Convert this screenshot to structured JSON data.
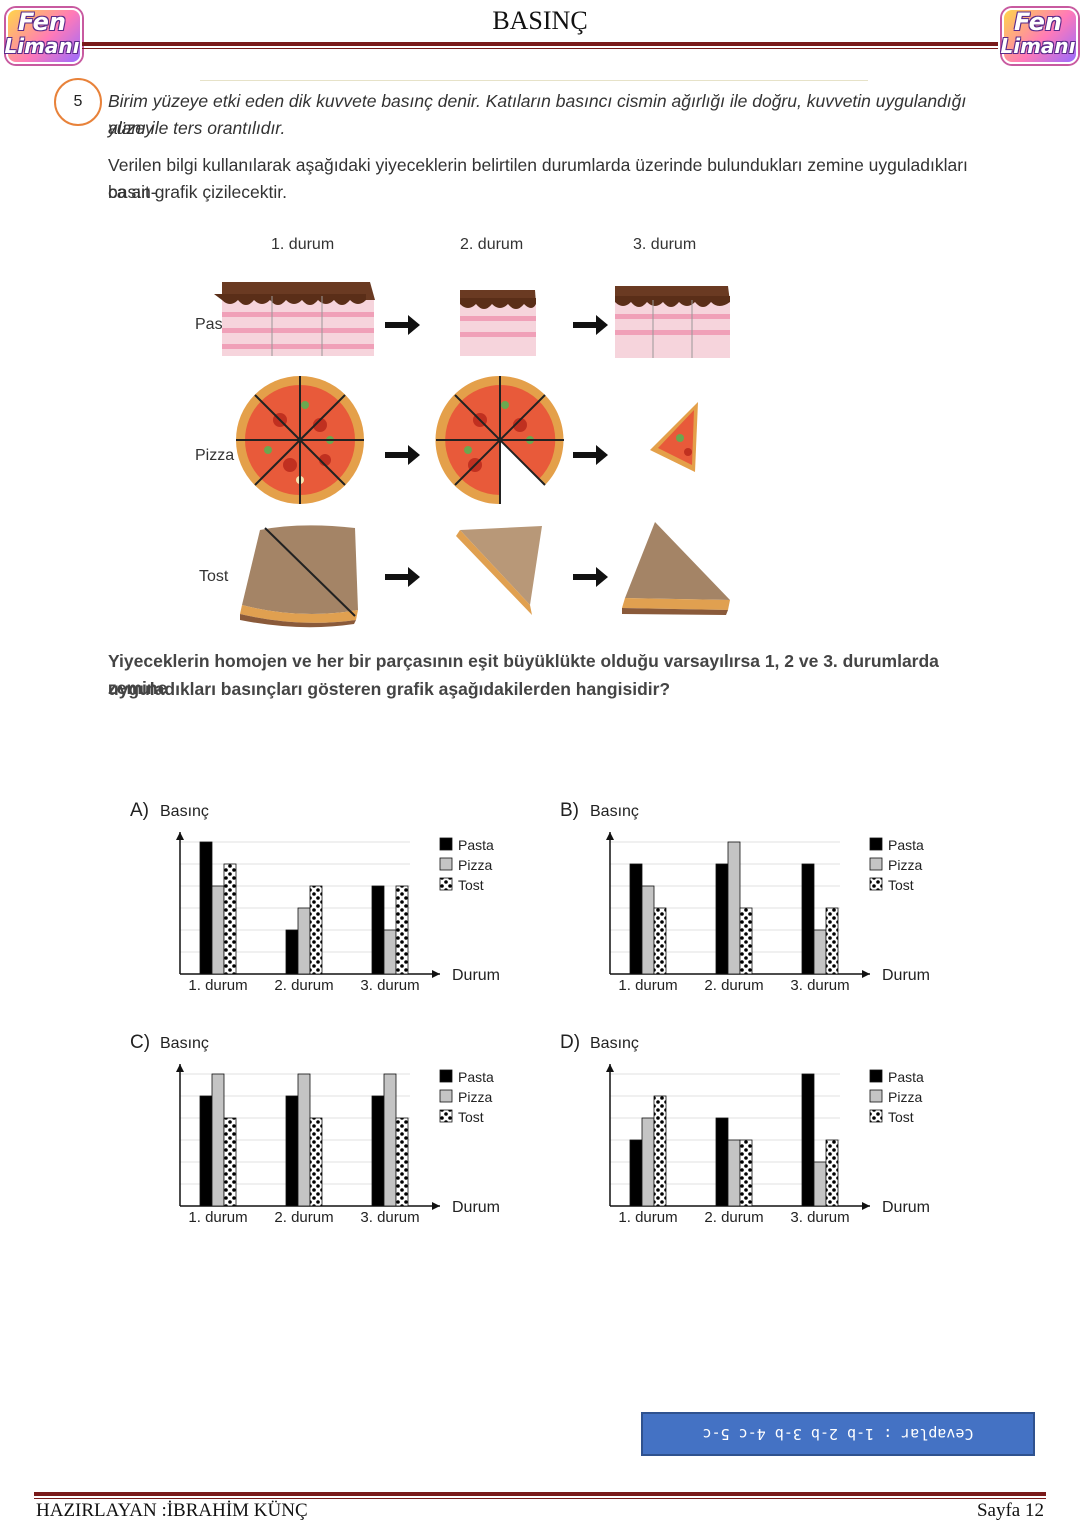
{
  "header": {
    "title": "BASINÇ",
    "logo_line1": "Fen",
    "logo_line2": "Limanı"
  },
  "question": {
    "number": "5",
    "intro_line1": "Birim yüzeye etki eden dik kuvvete basınç denir. Katıların basıncı cismin ağırlığı ile doğru, kuvvetin uygulandığı yüzey",
    "intro_line2": "alanı ile ters orantılıdır.",
    "info_line1": "Verilen bilgi kullanılarak aşağıdaki yiyeceklerin belirtilen durumlarda üzerinde bulundukları zemine uyguladıkları basın-",
    "info_line2": "ca ait grafik çizilecektir.",
    "states": [
      "1. durum",
      "2. durum",
      "3. durum"
    ],
    "foods": [
      "Pasta",
      "Pizza",
      "Tost"
    ],
    "ask_line1": "Yiyeceklerin homojen ve her bir parçasının eşit büyüklükte olduğu varsayılırsa 1, 2 ve 3. durumlarda zemine",
    "ask_line2": "uyguladıkları basınçları gösteren grafik aşağıdakilerden hangisidir?"
  },
  "chart_data": [
    {
      "type": "bar",
      "option": "A)",
      "ylabel": "Basınç",
      "xlabel": "Durum",
      "categories": [
        "1. durum",
        "2. durum",
        "3. durum"
      ],
      "ylim": [
        0,
        6
      ],
      "grid": true,
      "legend": "top-right",
      "series": [
        {
          "name": "Pasta",
          "values": [
            6,
            2,
            4
          ]
        },
        {
          "name": "Pizza",
          "values": [
            4,
            3,
            2
          ]
        },
        {
          "name": "Tost",
          "values": [
            5,
            4,
            4
          ]
        }
      ]
    },
    {
      "type": "bar",
      "option": "B)",
      "ylabel": "Basınç",
      "xlabel": "Durum",
      "categories": [
        "1. durum",
        "2. durum",
        "3. durum"
      ],
      "ylim": [
        0,
        6
      ],
      "grid": true,
      "legend": "top-right",
      "series": [
        {
          "name": "Pasta",
          "values": [
            5,
            5,
            5
          ]
        },
        {
          "name": "Pizza",
          "values": [
            4,
            6,
            2
          ]
        },
        {
          "name": "Tost",
          "values": [
            3,
            3,
            3
          ]
        }
      ]
    },
    {
      "type": "bar",
      "option": "C)",
      "ylabel": "Basınç",
      "xlabel": "Durum",
      "categories": [
        "1. durum",
        "2. durum",
        "3. durum"
      ],
      "ylim": [
        0,
        6
      ],
      "grid": true,
      "legend": "top-right",
      "series": [
        {
          "name": "Pasta",
          "values": [
            5,
            5,
            5
          ]
        },
        {
          "name": "Pizza",
          "values": [
            6,
            6,
            6
          ]
        },
        {
          "name": "Tost",
          "values": [
            4,
            4,
            4
          ]
        }
      ]
    },
    {
      "type": "bar",
      "option": "D)",
      "ylabel": "Basınç",
      "xlabel": "Durum",
      "categories": [
        "1. durum",
        "2. durum",
        "3. durum"
      ],
      "ylim": [
        0,
        6
      ],
      "grid": true,
      "legend": "top-right",
      "series": [
        {
          "name": "Pasta",
          "values": [
            3,
            4,
            6
          ]
        },
        {
          "name": "Pizza",
          "values": [
            4,
            3,
            2
          ]
        },
        {
          "name": "Tost",
          "values": [
            5,
            3,
            3
          ]
        }
      ]
    }
  ],
  "answer_key": "Cevaplar : 1-b  2-b 3-b 4-c 5-c",
  "footer": {
    "author": "HAZIRLAYAN :İBRAHİM KÜNÇ",
    "page": "Sayfa 12"
  },
  "colors": {
    "pasta": "#000000",
    "pizza": "#c4c4c4",
    "tost": "#ffffff",
    "header_line": "#7a1a1a",
    "answer_box": "#4472c4",
    "number_circle": "#e8823a"
  }
}
